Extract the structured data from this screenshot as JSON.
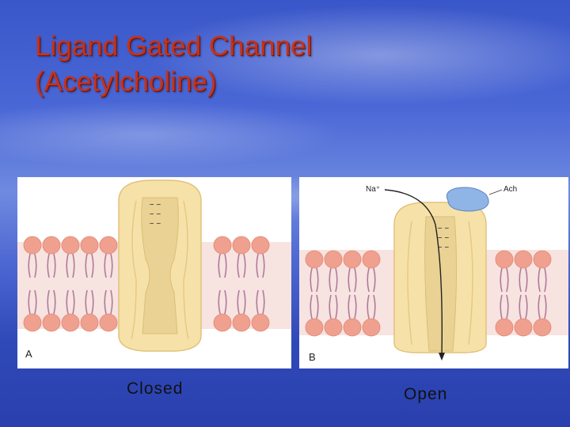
{
  "slide": {
    "title_line1": "Ligand Gated Channel",
    "title_line2": "(Acetylcholine)"
  },
  "panel_a": {
    "letter": "A",
    "caption": "Closed",
    "pore_charges": [
      "−  −",
      "−  −",
      "−  −"
    ]
  },
  "panel_b": {
    "letter": "B",
    "caption": "Open",
    "ion_label": "Na⁺",
    "ligand_label": "Ach",
    "pore_charges": [
      "−  −",
      "−  −",
      "−  −"
    ]
  },
  "colors": {
    "title": "#c4321c",
    "protein": "#f6e2a8",
    "protein_edge": "#e2c27c",
    "lipid_head": "#f0a08e",
    "lipid_tail": "#b07a9a",
    "membrane_band": "#f7e3e0",
    "ligand": "#8fb4e6"
  }
}
